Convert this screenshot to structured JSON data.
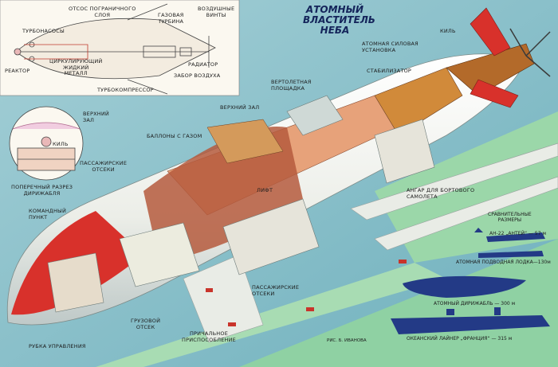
{
  "title": [
    "АТОМНЫЙ",
    "ВЛАСТИТЕЛЬ",
    "НЕБА"
  ],
  "schematic": {
    "labels": {
      "border_pump": [
        "ОТСОС ПОГРАНИЧНОГО",
        "СЛОЯ"
      ],
      "turbopumps": "ТУРБОНАСОСЫ",
      "gas_turbine": [
        "ГАЗОВАЯ",
        "ТУРБИНА"
      ],
      "propellers": [
        "ВОЗДУШНЫЕ",
        "ВИНТЫ"
      ],
      "reactor": "РЕАКТОР",
      "liquid_metal": [
        "ЦИРКУЛИРУЮЩИЙ",
        "ЖИДКИЙ",
        "МЕТАЛЛ"
      ],
      "radiator": "РАДИАТОР",
      "air_intake": "ЗАБОР ВОЗДУХА",
      "turbocompressor": "ТУРБОКОМПРЕССОР"
    }
  },
  "cross_section": {
    "labels": {
      "upper_hall": [
        "ВЕРХНИЙ",
        "ЗАЛ"
      ],
      "keels": "КИЛЬ",
      "passenger_decks": [
        "ПАССАЖИРСКИЕ",
        "ОТСЕКИ"
      ],
      "caption": [
        "ПОПЕРЕЧНЫЙ РАЗРЕЗ",
        "ДИРИЖАБЛЯ"
      ]
    }
  },
  "airship": {
    "labels": {
      "nuclear_plant": [
        "АТОМНАЯ СИЛОВАЯ",
        "УСТАНОВКА"
      ],
      "keel": "КИЛЬ",
      "stabilizer": "СТАБИЛИЗАТОР",
      "helipad": [
        "ВЕРТОЛЕТНАЯ",
        "ПЛОЩАДКА"
      ],
      "upper_hall": "ВЕРХНИЙ ЗАЛ",
      "gas_cells": "БАЛЛОНЫ С ГАЗОМ",
      "lift": "ЛИФТ",
      "hangar": [
        "АНГАР ДЛЯ БОРТОВОГО",
        "САМОЛЕТА"
      ],
      "command": [
        "КОМАНДНЫЙ",
        "ПУНКТ"
      ],
      "passenger_decks": [
        "ПАССАЖИРСКИЕ",
        "ОТСЕКИ"
      ],
      "cargo": [
        "ГРУЗОВОЙ",
        "ОТСЕК"
      ],
      "mooring": [
        "ПРИЧАЛЬНОЕ",
        "ПРИСПОСОБЛЕНИЕ"
      ],
      "control_cabin": "РУБКА УПРАВЛЕНИЯ"
    }
  },
  "comparison": {
    "title": [
      "СРАВНИТЕЛЬНЫЕ",
      "РАЗМЕРЫ"
    ],
    "items": [
      {
        "label": "АН-22 „АНТЕЙ“ — 57 м",
        "length_m": 57
      },
      {
        "label": "АТОМНАЯ ПОДВОДНАЯ ЛОДКА—130м",
        "length_m": 130
      },
      {
        "label": "АТОМНЫЙ ДИРИЖАБЛЬ — 300 м",
        "length_m": 300
      },
      {
        "label": "ОКЕАНСКИЙ ЛАЙНЕР „ФРАНЦИЯ“ — 315 м",
        "length_m": 315
      }
    ]
  },
  "credit": "РИС. Б. ИВАНОВА",
  "colors": {
    "sea": "#8fc3cc",
    "land": "#8fd1a3",
    "hull": "#f6f3ea",
    "hull_shade": "#cfd7d6",
    "red": "#d8312b",
    "interior": "#e7a27a",
    "silhouette": "#233a86"
  }
}
